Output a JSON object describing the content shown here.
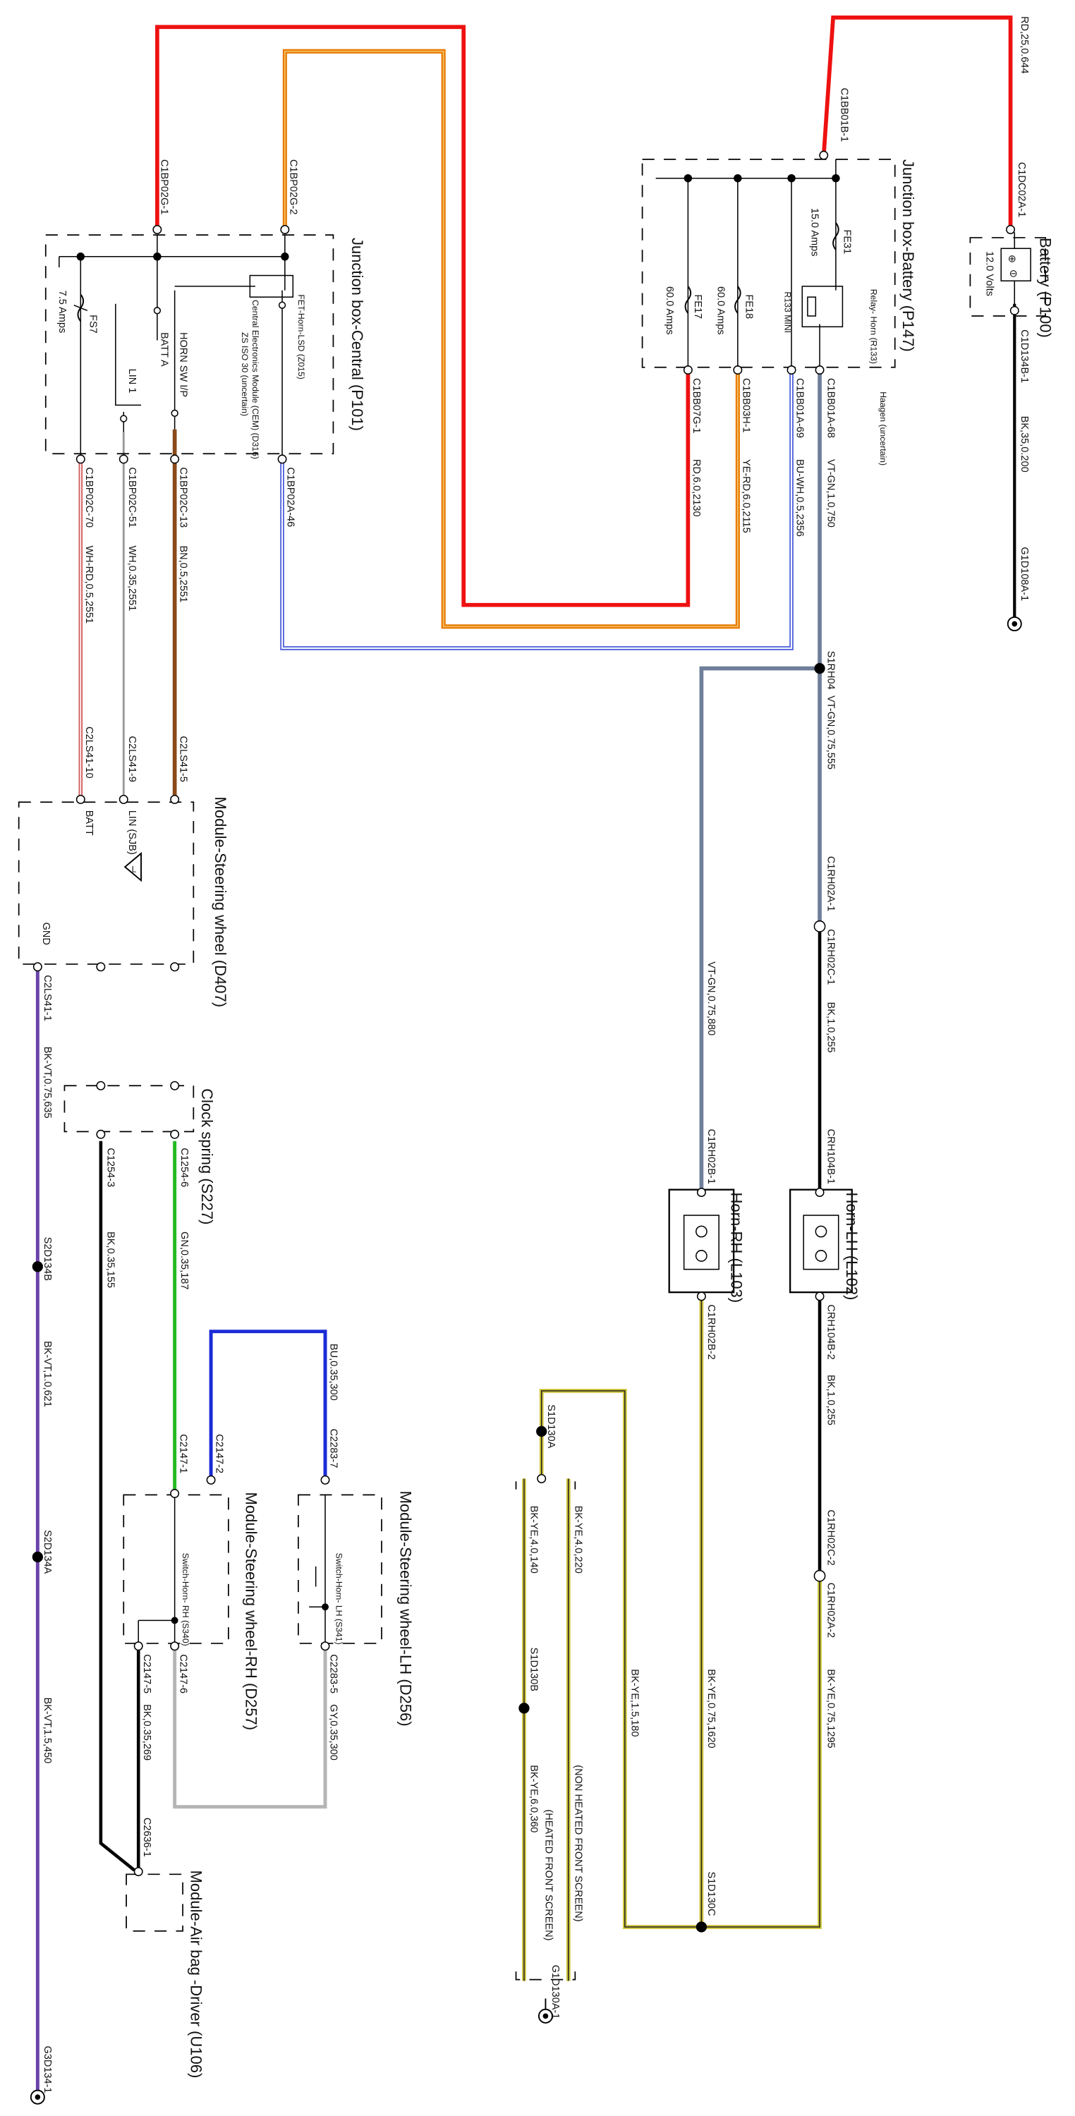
{
  "components": {
    "jb_central": "Junction box-Central (P101)",
    "jb_battery": "Junction box-Battery (P147)",
    "battery": "Battery (P100)",
    "steering_module": "Module-Steering wheel (D407)",
    "clock_spring": "Clock spring (S227)",
    "horn_lh": "Horn-LH (L102)",
    "horn_rh": "Horn-RH (L103)",
    "sw_lh": "Module-Steering wheel-LH (D256)",
    "sw_rh": "Module-Steering wheel-RH (D257)",
    "airbag": "Module-Air bag -Driver (U106)"
  },
  "internal": {
    "fs7": "FS7",
    "fs7_rating": "7.5 Amps",
    "fet_horn": "FET-Horn-LSD (Z015)",
    "batt_a": "BATT A",
    "batt_a_note": "ZS ISO 30 (uncertain)",
    "horn_sw": "HORN SW I/P",
    "lin1": "LIN 1",
    "cem": "Central Electronics Module (CEM) (D316)",
    "fe31": "FE31",
    "fe31_rating": "15.0 Amps",
    "relay": "Relay- Horn (R133)",
    "relay_small": "R133 MINI",
    "fe18": "FE18",
    "fe18_rating": "60.0 Amps",
    "fe17": "FE17",
    "fe17_rating": "60.0 Amps",
    "batt_volts": "12.0 Volts",
    "batt_pin": "BATT",
    "lin_sjb": "LIN (SJB)",
    "gnd_pin": "GND",
    "sw_lh_name": "Switch-Horn- LH (S341)",
    "sw_rh_name": "Switch-Horn- RH (S340)",
    "relay_haagen": "Haagen (uncertain)"
  },
  "connectors": {
    "c1bp02g1": "C1BP02G-1",
    "c1bp02g2": "C1BP02G-2",
    "c1bb01b1": "C1BB01B-1",
    "c1dc02a1": "C1DC02A-1",
    "c1d134b1": "C1D134B-1",
    "g1d108a1": "G1D108A-1",
    "c1bp02c70": "C1BP02C-70",
    "c1bp02c51": "C1BP02C-51",
    "c1bp02c13": "C1BP02C-13",
    "c1bp02a46": "C1BP02A-46",
    "c1bb07g1": "C1BB07G-1",
    "c1bb03h1": "C1BB03H-1",
    "c1bb01a69": "C1BB01A-69",
    "c1bb01a68": "C1BB01A-68",
    "c2ls4110": "C2LS41-10",
    "c2ls419": "C2LS41-9",
    "c2ls415": "C2LS41-5",
    "c2ls411": "C2LS41-1",
    "c12543": "C1254-3",
    "c12546": "C1254-6",
    "s2d134b": "S2D134B",
    "s2d134a": "S2D134A",
    "g3d1341": "G3D134-1",
    "s1rh04": "S1RH04",
    "c1rh02a1": "C1RH02A-1",
    "c1rh02c1": "C1RH02C-1",
    "crh104b1": "CRH104B-1",
    "c1rh02b1": "C1RH02B-1",
    "crh104b2": "CRH104B-2",
    "c1rh02b2": "C1RH02B-2",
    "c1rh02c2": "C1RH02C-2",
    "c1rh02a2": "C1RH02A-2",
    "c21472": "C2147-2",
    "c22837": "C2283-7",
    "c21471": "C2147-1",
    "c21476": "C2147-6",
    "c21475": "C2147-5",
    "c22835": "C2283-5",
    "c26361": "C2636-1",
    "s1d130a": "S1D130A",
    "s1d130b": "S1D130B",
    "s1d130c": "S1D130C",
    "g1d130a1": "G1D130A-1"
  },
  "wires": {
    "rd_25": "RD,25,0.644",
    "bk_35": "BK,35,0.200",
    "wh_rd": "WH-RD,0.5,2551",
    "wh_035": "WH,0.35,2551",
    "bn_05": "BN,0.5,2551",
    "rd_6": "RD,6.0,2130",
    "ye_rd": "YE-RD,6.0,2115",
    "bu_wh": "BU-WH,0.5,2356",
    "vt_gn_1": "VT-GN,1.0,750",
    "vt_gn_075_555": "VT-GN,0.75,555",
    "vt_gn_075_880": "VT-GN,0.75,880",
    "bk_1_255a": "BK,1.0,255",
    "bk_1_255b": "BK,1.0,255",
    "bk_vt_075": "BK-VT,0.75,635",
    "bk_035_155": "BK,0.35,155",
    "gn_035": "GN,0.35,187",
    "bk_vt_1": "BK-VT,1.0,621",
    "bk_vt_15": "BK-VT,1.5,450",
    "bu_035": "BU,0.35,300",
    "gy_035": "GY,0.35,300",
    "bk_035_269": "BK,0.35,269",
    "bk_ye_4": "BK-YE,4.0,220",
    "bk_ye_4_140": "BK-YE,4.0,140",
    "bk_ye_6": "BK-YE,6.0,360",
    "bk_ye_15": "BK-YE,1.5,180",
    "bk_ye_075": "BK-YE,0.75,1620",
    "bk_ye_075_1295": "BK-YE,0.75,1295"
  },
  "notes": {
    "non_heated": "(NON HEATED FRONT SCREEN)",
    "heated": "(HEATED FRONT SCREEN)"
  },
  "colors": {
    "red": "#ee1111",
    "orange": "#e87a00",
    "blue_wh": "#5566dd",
    "violet_gn": "#6f7f9a",
    "wh_rd": "#d46a6a",
    "brown": "#8b4a1a",
    "white_wire": "#999999",
    "green": "#22bb22",
    "blue": "#1a2bd6",
    "grey": "#b5b5b5",
    "bk_vt": "#6a44aa",
    "bk_ye": "#cfc53a"
  }
}
